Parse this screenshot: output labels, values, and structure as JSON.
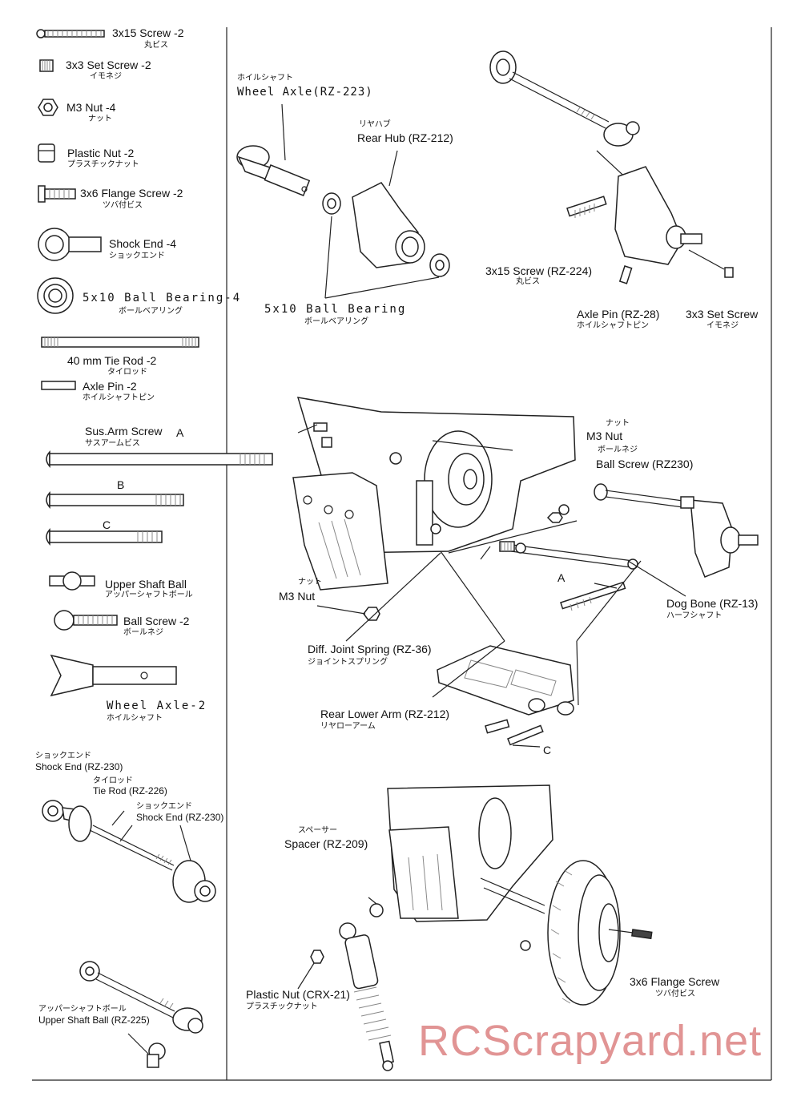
{
  "parts_list": [
    {
      "en": "3x15 Screw -2",
      "jp": "丸ビス"
    },
    {
      "en": "3x3 Set Screw -2",
      "jp": "イモネジ"
    },
    {
      "en": "M3 Nut -4",
      "jp": "ナット"
    },
    {
      "en": "Plastic Nut -2",
      "jp": "プラスチックナット"
    },
    {
      "en": "3x6 Flange Screw -2",
      "jp": "ツバ付ビス"
    },
    {
      "en": "Shock End -4",
      "jp": "ショックエンド"
    },
    {
      "en": "5x10 Ball Bearing-4",
      "jp": "ボールベアリング"
    },
    {
      "en": "40 mm Tie Rod -2",
      "jp": "タイロッド"
    },
    {
      "en": "Axle Pin -2",
      "jp": "ホイルシャフトピン"
    },
    {
      "en": "Sus.Arm Screw",
      "jp": "サスアームビス"
    },
    {
      "en": "Upper Shaft Ball",
      "jp": "アッパーシャフトボール"
    },
    {
      "en": "Ball Screw -2",
      "jp": "ボールネジ"
    },
    {
      "en": "Wheel Axle-2",
      "jp": "ホイルシャフト"
    }
  ],
  "screw_letters": [
    "A",
    "B",
    "C"
  ],
  "left_callouts": [
    {
      "en": "Shock End (RZ-230)",
      "jp": "ショックエンド"
    },
    {
      "en": "Tie Rod (RZ-226)",
      "jp": "タイロッド"
    },
    {
      "en": "Shock End (RZ-230)",
      "jp": "ショックエンド"
    },
    {
      "en": "Upper Shaft Ball (RZ-225)",
      "jp": "アッパーシャフトボール"
    }
  ],
  "hub_callouts": [
    {
      "en": "Wheel Axle(RZ-223)",
      "jp": "ホイルシャフト"
    },
    {
      "en": "Rear Hub (RZ-212)",
      "jp": "リヤハブ"
    },
    {
      "en": "5x10 Ball Bearing",
      "jp": "ボールベアリング"
    },
    {
      "en": "3x15 Screw (RZ-224)",
      "jp": "丸ビス"
    },
    {
      "en": "Axle Pin (RZ-28)",
      "jp": "ホイルシャフトピン"
    },
    {
      "en": "3x3 Set Screw",
      "jp": "イモネジ"
    }
  ],
  "chassis_callouts": [
    {
      "en": "M3 Nut",
      "jp": "ナット"
    },
    {
      "en": "Ball Screw (RZ230)",
      "jp": "ボールネジ"
    },
    {
      "en": "Dog Bone (RZ-13)",
      "jp": "ハーフシャフト"
    },
    {
      "en": "M3 Nut",
      "jp": "ナット"
    },
    {
      "en": "Diff. Joint Spring (RZ-36)",
      "jp": "ジョイントスプリング"
    },
    {
      "en": "Rear Lower Arm (RZ-212)",
      "jp": "リヤローアーム"
    }
  ],
  "chassis_letters": [
    "A",
    "C"
  ],
  "bottom_callouts": [
    {
      "en": "Spacer (RZ-209)",
      "jp": "スペーサー"
    },
    {
      "en": "Plastic Nut (CRX-21)",
      "jp": "プラスチックナット"
    },
    {
      "en": "3x6 Flange Screw",
      "jp": "ツバ付ビス"
    }
  ],
  "watermark": "RCScrapyard.net"
}
